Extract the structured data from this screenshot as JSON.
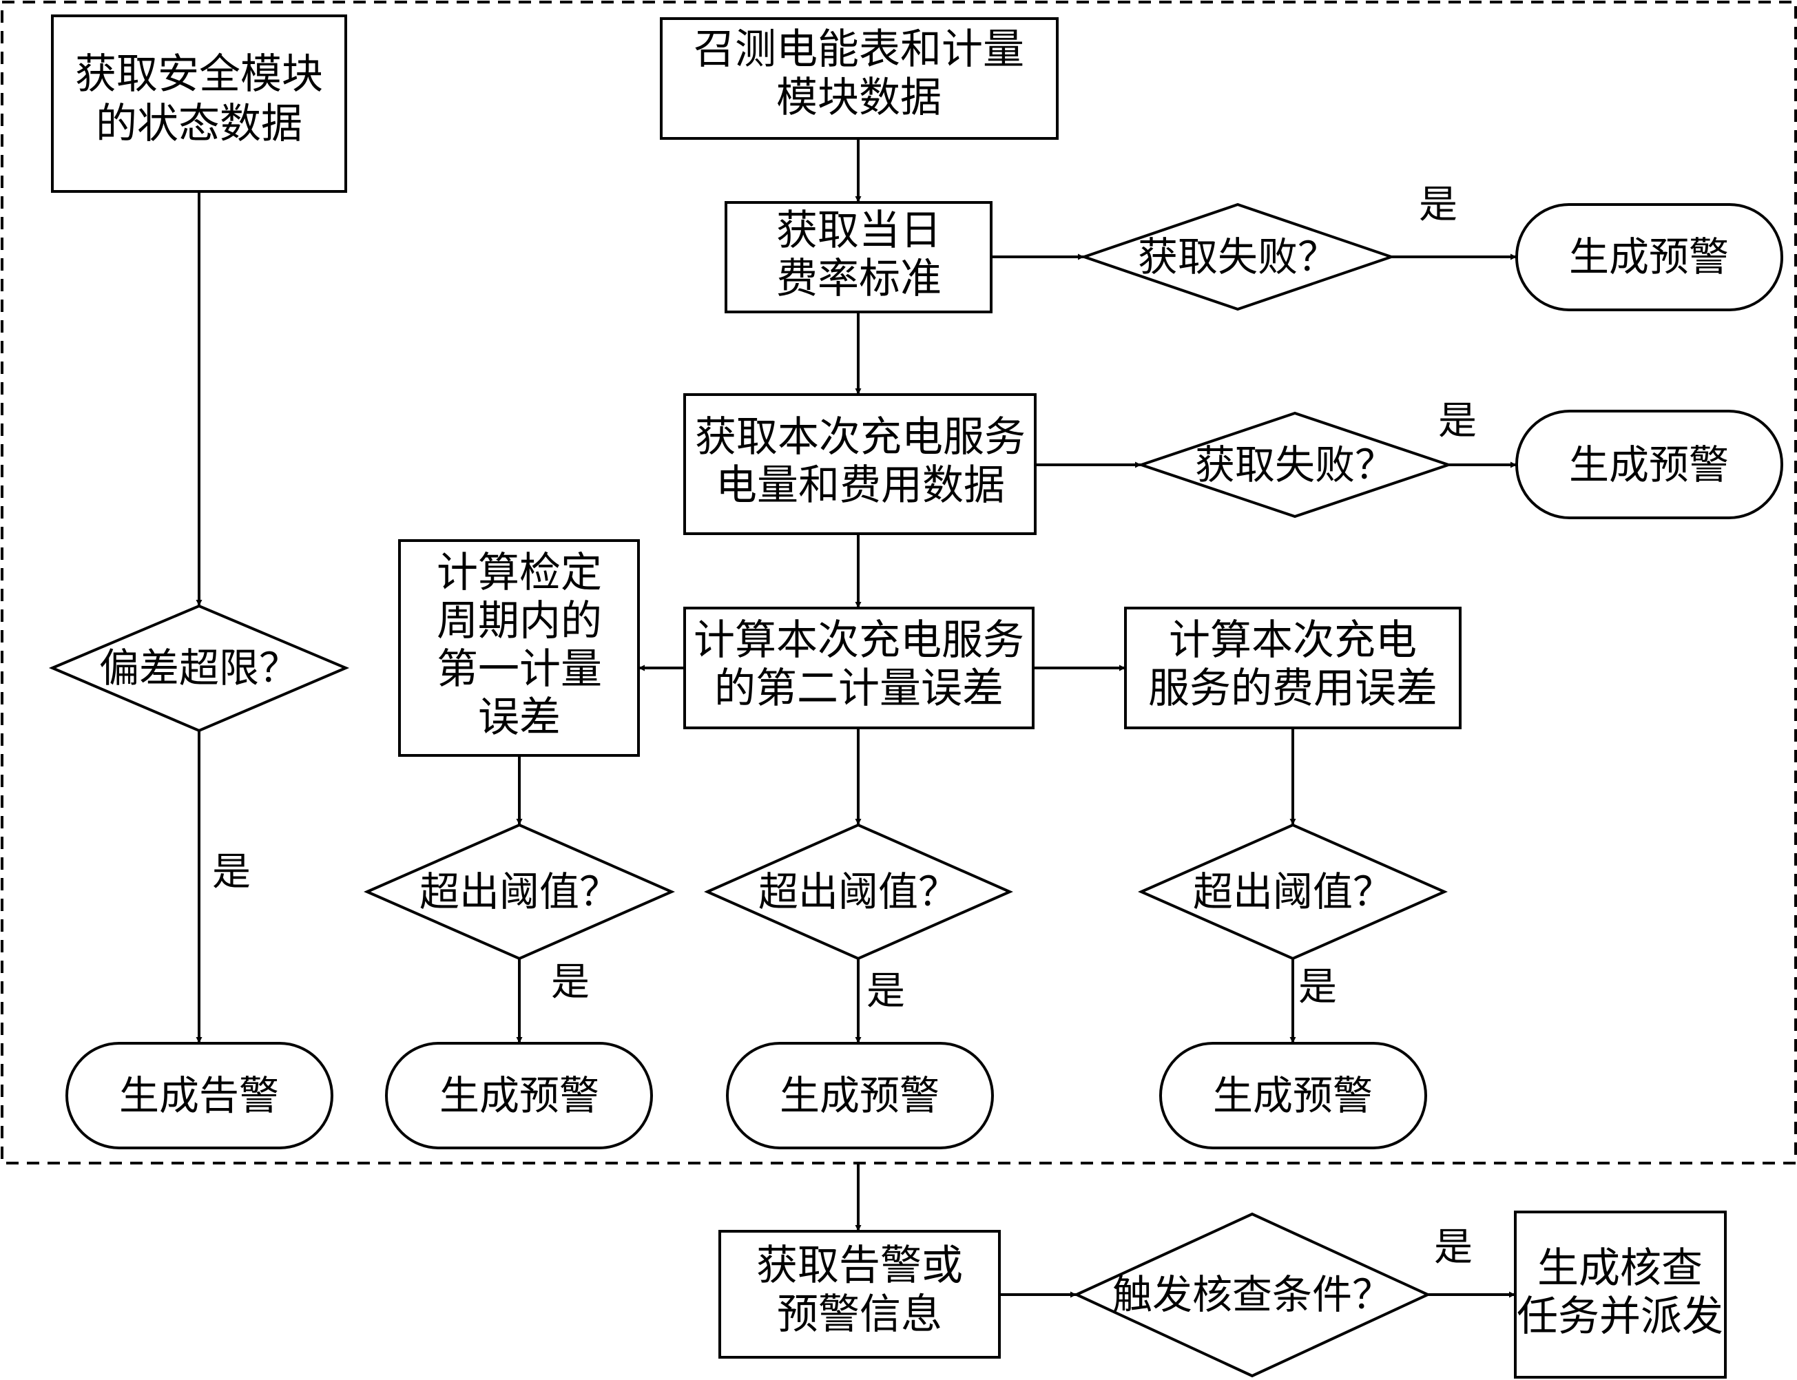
{
  "nodes": {
    "security_module": [
      "获取安全模块",
      "的状态数据"
    ],
    "call_meter": [
      "召测电能表和计量",
      "模块数据"
    ],
    "get_rate": [
      "获取当日",
      "费率标准"
    ],
    "fail_1": "获取失败？",
    "warn_1": "生成预警",
    "get_service": [
      "获取本次充电服务",
      "电量和费用数据"
    ],
    "fail_2": "获取失败？",
    "warn_2": "生成预警",
    "deviation": "偏差超限？",
    "alarm_security": "生成告警",
    "first_error": [
      "计算检定",
      "周期内的",
      "第一计量",
      "误差"
    ],
    "second_error": [
      "计算本次充电服务",
      "的第二计量误差"
    ],
    "cost_error": [
      "计算本次充电",
      "服务的费用误差"
    ],
    "threshold_1": "超出阈值？",
    "threshold_2": "超出阈值？",
    "threshold_3": "超出阈值？",
    "warn_3": "生成预警",
    "warn_4": "生成预警",
    "warn_5": "生成预警",
    "get_info": [
      "获取告警或",
      "预警信息"
    ],
    "trigger": "触发核查条件？",
    "task": [
      "生成核查",
      "任务并派发"
    ]
  },
  "yes_label": "是"
}
